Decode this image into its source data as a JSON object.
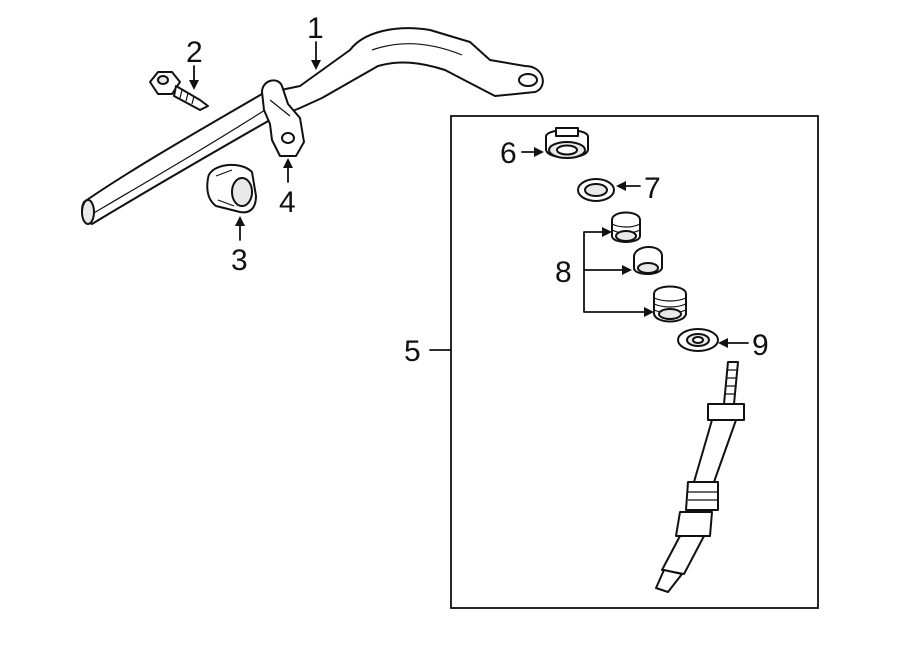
{
  "callouts": {
    "c1": "1",
    "c2": "2",
    "c3": "3",
    "c4": "4",
    "c5": "5",
    "c6": "6",
    "c7": "7",
    "c8": "8",
    "c9": "9"
  },
  "colors": {
    "ink": "#111111",
    "background": "#ffffff",
    "shading": "#e9e9e9"
  }
}
